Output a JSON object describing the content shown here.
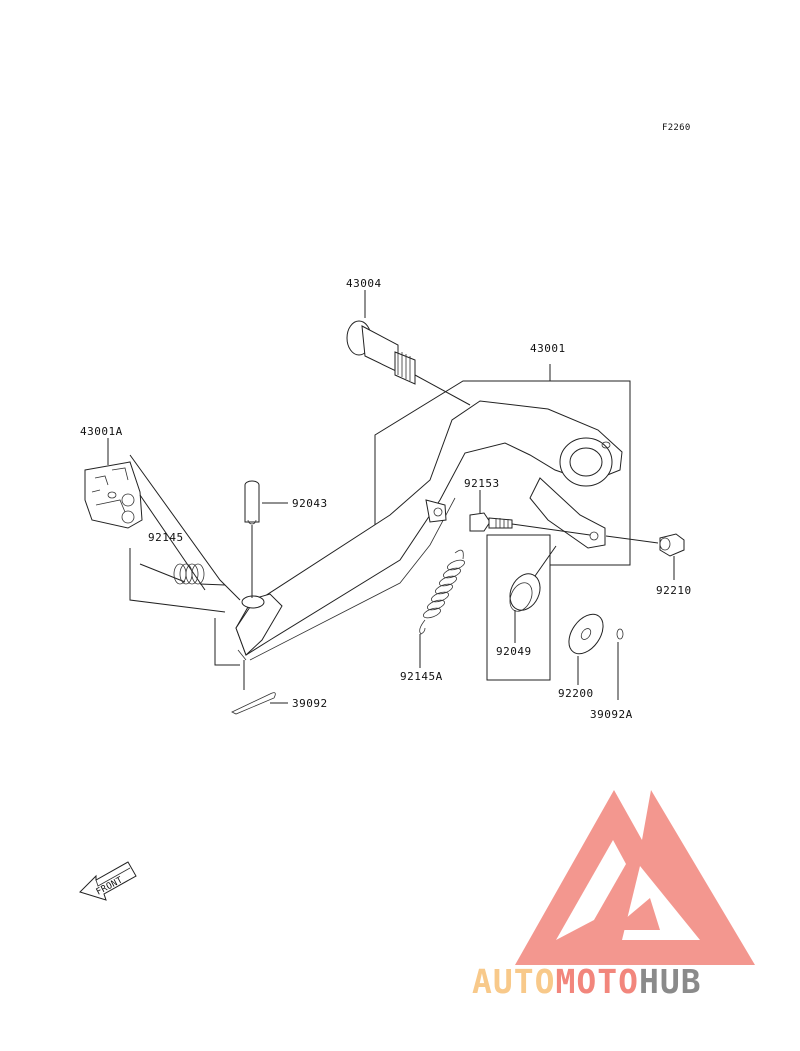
{
  "diagram": {
    "code": "F2260",
    "parts": {
      "brake_pedal_shaft": "43004",
      "brake_pedal": "43001",
      "pedal_tip": "43001A",
      "pin": "92043",
      "torsion_spring": "92145",
      "bolt": "92153",
      "return_spring": "92145A",
      "seal": "92049",
      "collar": "92210",
      "washer": "92200",
      "cotter_pin_large": "39092",
      "cotter_pin_small": "39092A"
    },
    "front_arrow_label": "FRONT",
    "colors": {
      "line": "#222222",
      "logo_red": "#f2867c",
      "logo_orange": "#f8c98a",
      "logo_gray": "#8a8a8a"
    }
  },
  "watermark": {
    "part1": "AUTO",
    "part2": "MOTO",
    "part3": "HUB"
  }
}
